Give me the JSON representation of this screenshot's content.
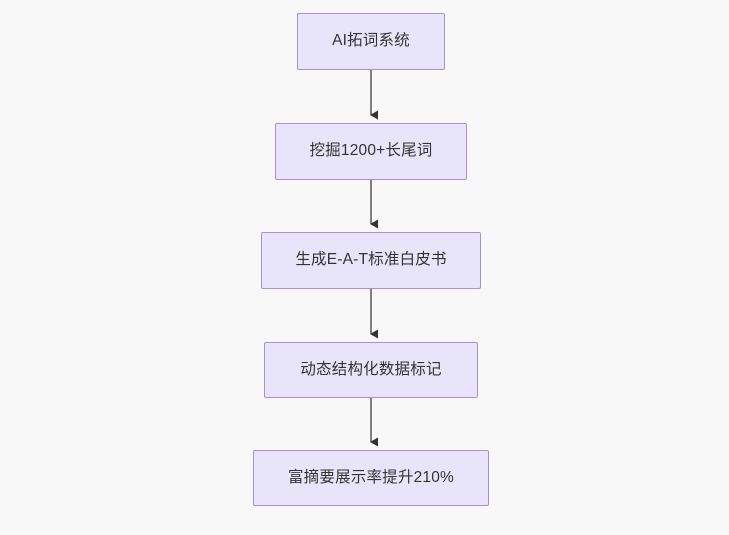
{
  "diagram": {
    "type": "flowchart",
    "orientation": "top-to-bottom",
    "background_color": "#f8f8f8",
    "node_fill_color": "#e8e5fb",
    "node_border_color": "#a98fd6",
    "node_text_color": "#333333",
    "connector_color": "#808080",
    "arrowhead_color": "#333333",
    "nodes": [
      {
        "id": "n0",
        "label": "AI拓词系统"
      },
      {
        "id": "n1",
        "label": "挖掘1200+长尾词"
      },
      {
        "id": "n2",
        "label": "生成E-A-T标准白皮书"
      },
      {
        "id": "n3",
        "label": "动态结构化数据标记"
      },
      {
        "id": "n4",
        "label": "富摘要展示率提升210%"
      }
    ],
    "edges": [
      {
        "from": "n0",
        "to": "n1",
        "label": ""
      },
      {
        "from": "n1",
        "to": "n2",
        "label": ""
      },
      {
        "from": "n2",
        "to": "n3",
        "label": ""
      },
      {
        "from": "n3",
        "to": "n4",
        "label": ""
      }
    ]
  }
}
